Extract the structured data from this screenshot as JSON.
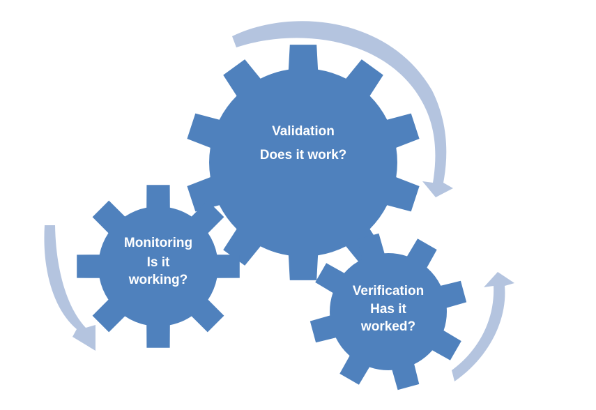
{
  "colors": {
    "gear": "#4f81bd",
    "arrow": "#b4c4df",
    "text": "#ffffff",
    "background": "#ffffff"
  },
  "gears": {
    "validation": {
      "title": "Validation",
      "question": "Does it work?"
    },
    "monitoring": {
      "title": "Monitoring",
      "question_line1": "Is it",
      "question_line2": "working?"
    },
    "verification": {
      "title": "Verification",
      "question_line1": "Has it",
      "question_line2": "worked?"
    }
  }
}
